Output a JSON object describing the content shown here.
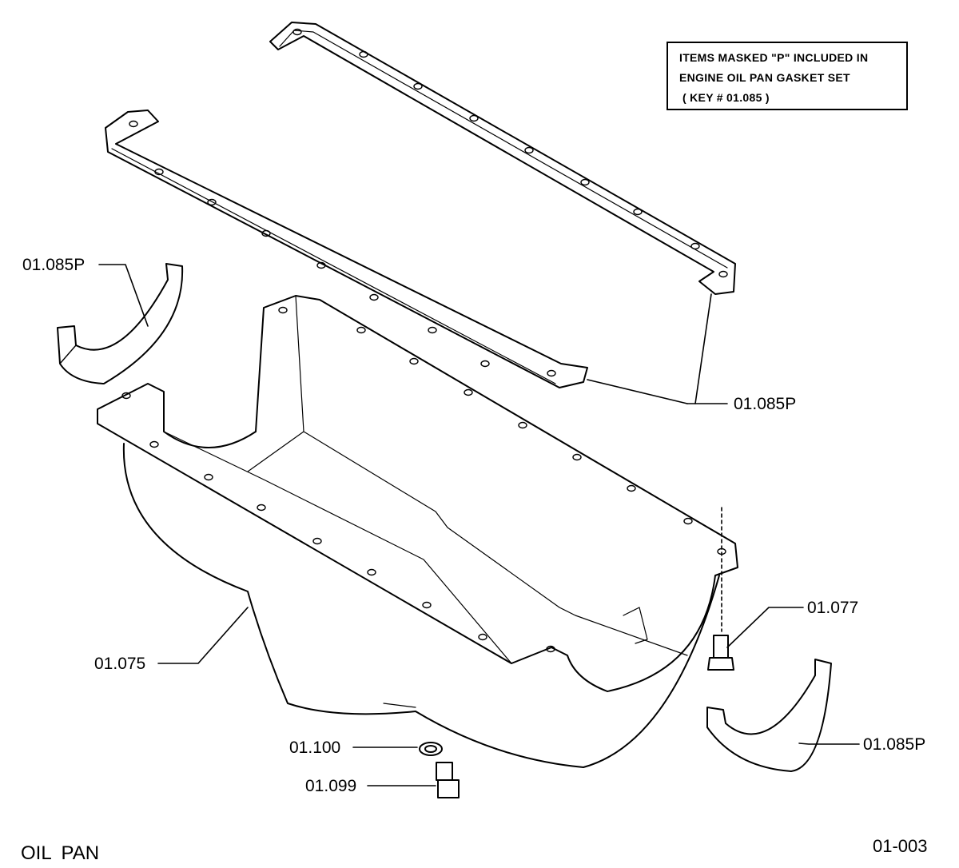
{
  "note": {
    "line1": "ITEMS MASKED \"P\" INCLUDED IN",
    "line2": "ENGINE OIL PAN GASKET SET",
    "line3": "( KEY # 01.085 )"
  },
  "callouts": {
    "seal_left": "01.085P",
    "gaskets": "01.085P",
    "seal_right": "01.085P",
    "oil_pan": "01.075",
    "bolt": "01.077",
    "washer": "01.100",
    "drain_plug": "01.099"
  },
  "footer": {
    "title": "OIL  PAN",
    "page_number": "01-003"
  }
}
